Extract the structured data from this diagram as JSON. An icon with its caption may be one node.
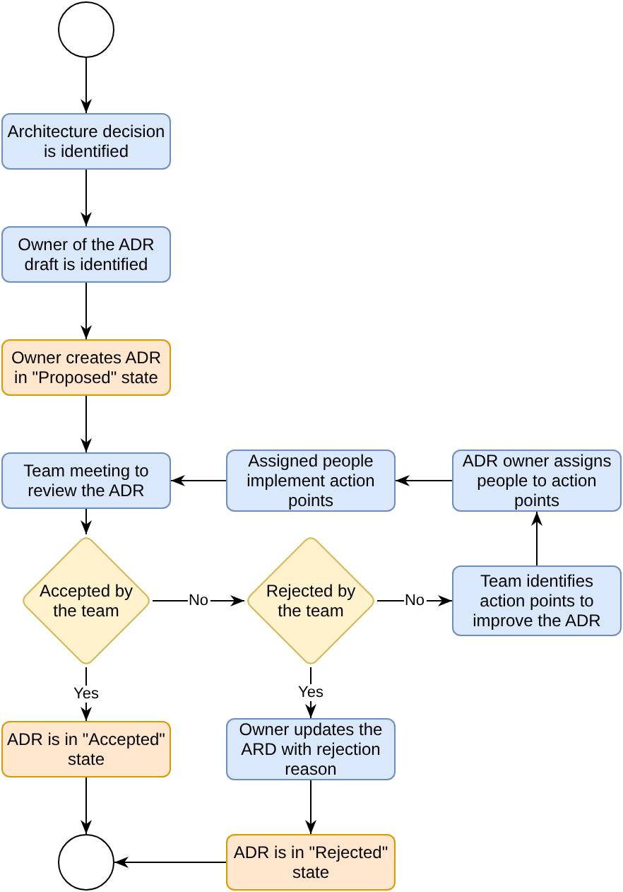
{
  "diagram": {
    "nodes": [
      {
        "text": [],
        "shape": "circle"
      },
      {
        "text": [
          "Architecture decision is identified"
        ]
      },
      {
        "text": [
          "Owner of the ADR draft is identified"
        ]
      },
      {
        "text": [
          "Owner creates ADR in \"Proposed\" state"
        ]
      },
      {
        "text": [
          "Team meeting to review the ADR"
        ]
      },
      {
        "text": [
          "Assigned people implement action points"
        ]
      },
      {
        "text": [
          "ADR owner assigns people to action points"
        ]
      },
      {
        "text": [
          "Accepted by the team"
        ]
      },
      {
        "text": [
          "Rejected by the team"
        ]
      },
      {
        "text": [
          "Team identifies action points to improve the ADR"
        ]
      },
      {
        "text": [
          "ADR is in \"Accepted\" state"
        ]
      },
      {
        "text": [
          "Owner updates the ARD with rejection reason"
        ]
      },
      {
        "text": [],
        "shape": "circle"
      },
      {
        "text": [
          "ADR is in \"Rejected\" state"
        ]
      }
    ],
    "edges": [
      {
        "from": 0,
        "to": 1,
        "arrow": "to"
      },
      {
        "from": 1,
        "to": 2,
        "arrow": "to"
      },
      {
        "from": 2,
        "to": 3,
        "arrow": "to"
      },
      {
        "from": 3,
        "to": 4,
        "arrow": "to"
      },
      {
        "from": 4,
        "to": 7,
        "arrow": "to"
      },
      {
        "from": 7,
        "to": 8,
        "arrow": "to",
        "label": "No"
      },
      {
        "from": 7,
        "to": 10,
        "arrow": "to",
        "label": "Yes"
      },
      {
        "from": 8,
        "to": 9,
        "arrow": "to",
        "label": "No"
      },
      {
        "from": 8,
        "to": 11,
        "arrow": "to",
        "label": "Yes"
      },
      {
        "from": 9,
        "to": 6,
        "arrow": "to"
      },
      {
        "from": 6,
        "to": 5,
        "arrow": "to"
      },
      {
        "from": 5,
        "to": 4,
        "arrow": "to"
      },
      {
        "from": 10,
        "to": 12,
        "arrow": "to"
      },
      {
        "from": 11,
        "to": 13,
        "arrow": "to"
      },
      {
        "from": 13,
        "to": 12,
        "arrow": "to"
      }
    ]
  }
}
